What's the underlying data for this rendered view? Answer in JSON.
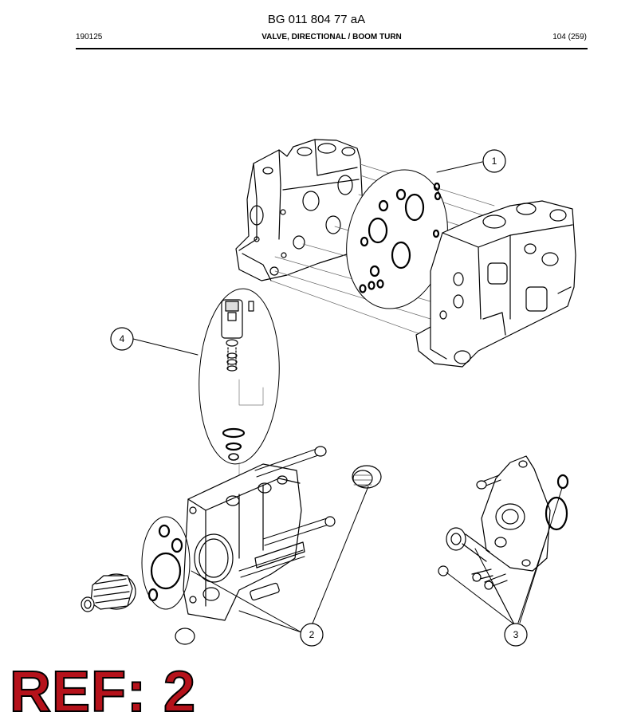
{
  "header": {
    "doc_id": "BG 011 804 77 aA",
    "date_code": "190125",
    "title": "VALVE, DIRECTIONAL / BOOM TURN",
    "page": "104 (259)"
  },
  "callouts": [
    "1",
    "2",
    "3",
    "4"
  ],
  "ref_stamp": "REF: 2",
  "colors": {
    "ref_fill": "#b5121b",
    "line": "#000000",
    "hatch": "#444444"
  }
}
